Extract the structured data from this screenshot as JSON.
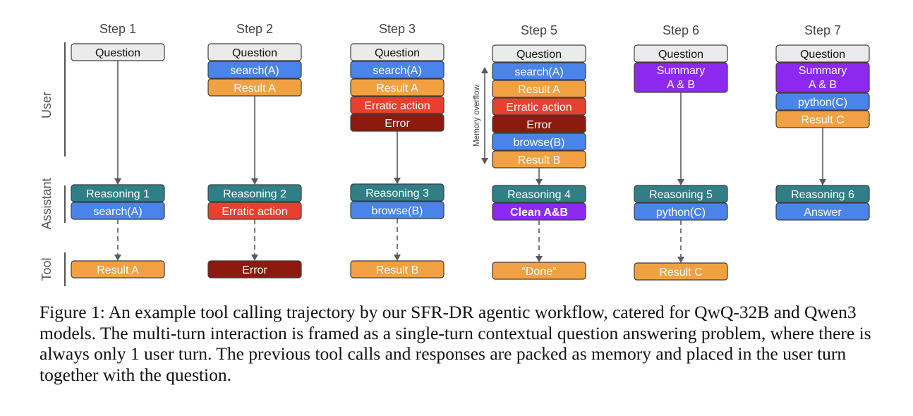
{
  "row_labels": {
    "user": "User",
    "assistant": "Assistant",
    "tool": "Tool"
  },
  "memory_label": "Memory overflow",
  "colors": {
    "question": "#ebebeb",
    "call": "#4a83ea",
    "result": "#f2a142",
    "erratic": "#e8402f",
    "error": "#8c1a0e",
    "reasoning": "#317f86",
    "summary": "#8c28f0",
    "clean": "#8c28f0"
  },
  "columns": [
    {
      "step": "Step 1",
      "user": [
        {
          "text": "Question",
          "kind": "question"
        }
      ],
      "assistant": [
        {
          "text": "Reasoning 1",
          "kind": "reasoning"
        },
        {
          "text": "search(A)",
          "kind": "call"
        }
      ],
      "tool": {
        "text": "Result A",
        "kind": "result"
      }
    },
    {
      "step": "Step 2",
      "user": [
        {
          "text": "Question",
          "kind": "question"
        },
        {
          "text": "search(A)",
          "kind": "call"
        },
        {
          "text": "Result A",
          "kind": "result"
        }
      ],
      "assistant": [
        {
          "text": "Reasoning 2",
          "kind": "reasoning"
        },
        {
          "text": "Erratic action",
          "kind": "erratic"
        }
      ],
      "tool": {
        "text": "Error",
        "kind": "error"
      }
    },
    {
      "step": "Step 3",
      "user": [
        {
          "text": "Question",
          "kind": "question"
        },
        {
          "text": "search(A)",
          "kind": "call"
        },
        {
          "text": "Result A",
          "kind": "result"
        },
        {
          "text": "Erratic action",
          "kind": "erratic"
        },
        {
          "text": "Error",
          "kind": "error"
        }
      ],
      "assistant": [
        {
          "text": "Reasoning 3",
          "kind": "reasoning"
        },
        {
          "text": "browse(B)",
          "kind": "call"
        }
      ],
      "tool": {
        "text": "Result B",
        "kind": "result"
      }
    },
    {
      "step": "Step 5",
      "user": [
        {
          "text": "Question",
          "kind": "question"
        },
        {
          "text": "search(A)",
          "kind": "call"
        },
        {
          "text": "Result A",
          "kind": "result"
        },
        {
          "text": "Erratic action",
          "kind": "erratic"
        },
        {
          "text": "Error",
          "kind": "error"
        },
        {
          "text": "browse(B)",
          "kind": "call"
        },
        {
          "text": "Result B",
          "kind": "result"
        }
      ],
      "assistant": [
        {
          "text": "Reasoning 4",
          "kind": "reasoning"
        },
        {
          "text": "Clean A&B",
          "kind": "clean"
        }
      ],
      "tool": {
        "text": "“Done”",
        "kind": "result"
      }
    },
    {
      "step": "Step 6",
      "user": [
        {
          "text": "Question",
          "kind": "question"
        },
        {
          "text": "Summary",
          "text2": "A & B",
          "kind": "summary"
        }
      ],
      "assistant": [
        {
          "text": "Reasoning 5",
          "kind": "reasoning"
        },
        {
          "text": "python(C)",
          "kind": "call"
        }
      ],
      "tool": {
        "text": "Result C",
        "kind": "result"
      }
    },
    {
      "step": "Step 7",
      "user": [
        {
          "text": "Question",
          "kind": "question"
        },
        {
          "text": "Summary",
          "text2": "A & B",
          "kind": "summary"
        },
        {
          "text": "python(C)",
          "kind": "call"
        },
        {
          "text": "Result C",
          "kind": "result"
        }
      ],
      "assistant": [
        {
          "text": "Reasoning 6",
          "kind": "reasoning"
        },
        {
          "text": "Answer",
          "kind": "call"
        }
      ],
      "tool": null
    }
  ],
  "caption": "Figure 1: An example tool calling trajectory by our SFR-DR agentic workflow, catered for QwQ-32B and Qwen3 models. The multi-turn interaction is framed as a single-turn contextual question answering problem, where there is always only 1 user turn. The previous tool calls and responses are packed as memory and placed in the user turn together with the question."
}
